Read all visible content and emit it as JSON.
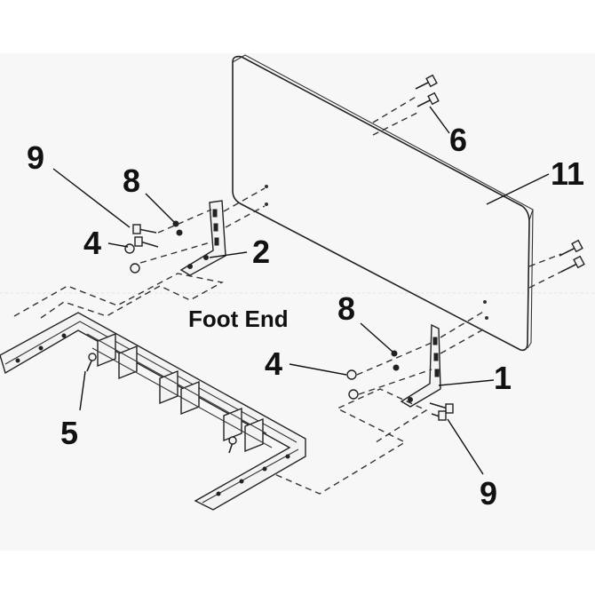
{
  "caption": "Foot End",
  "callouts": {
    "c9a": "9",
    "c8a": "8",
    "c4a": "4",
    "c2": "2",
    "c6": "6",
    "c11": "11",
    "c8b": "8",
    "c4b": "4",
    "c1": "1",
    "c5": "5",
    "c9b": "9"
  }
}
